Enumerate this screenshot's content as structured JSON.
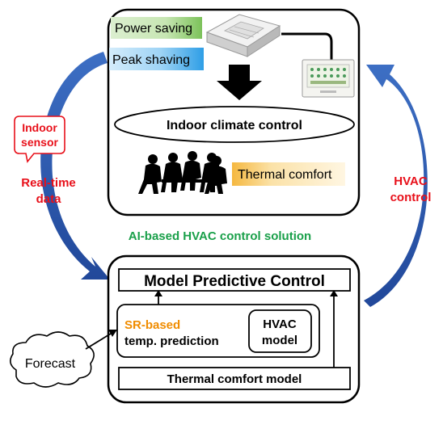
{
  "top_panel": {
    "power_saving": "Power saving",
    "peak_shaving": "Peak shaving",
    "indoor_climate_control": "Indoor climate control",
    "thermal_comfort": "Thermal comfort"
  },
  "left": {
    "indoor_sensor_line1": "Indoor",
    "indoor_sensor_line2": "sensor",
    "realtime_line1": "Real-time",
    "realtime_line2": "data"
  },
  "right": {
    "hvac_control_line1": "HVAC",
    "hvac_control_line2": "control"
  },
  "center_caption": "AI-based HVAC control solution",
  "bottom_panel": {
    "mpc": "Model Predictive Control",
    "sr_based": "SR-based",
    "temp_prediction": "temp. prediction",
    "hvac_model_line1": "HVAC",
    "hvac_model_line2": "model",
    "thermal_comfort_model": "Thermal comfort model"
  },
  "forecast": "Forecast",
  "colors": {
    "accent_red": "#e8101a",
    "accent_green": "#1aa04a",
    "accent_orange": "#f08c00",
    "arrow_blue": "#2e5fb5"
  }
}
